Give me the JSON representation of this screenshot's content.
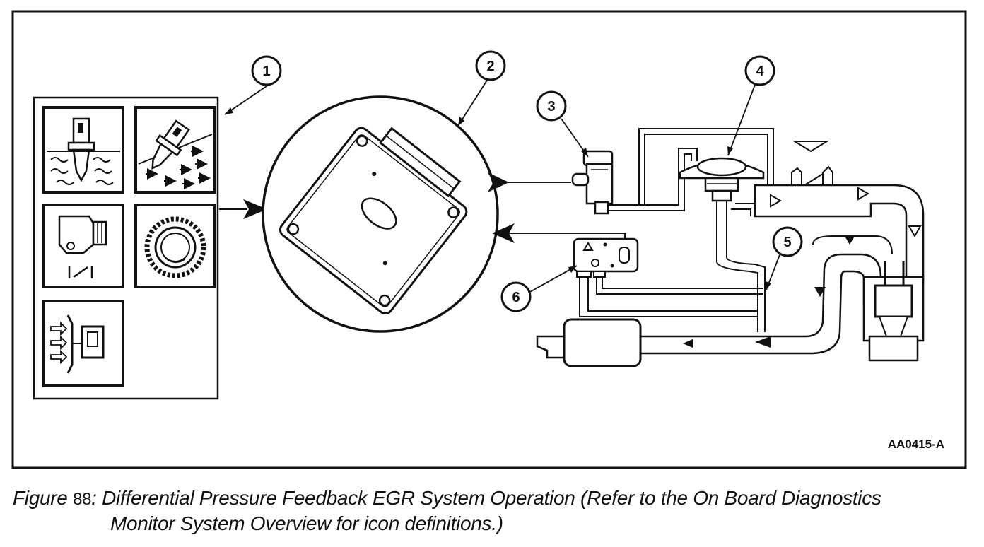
{
  "diagram": {
    "figure_code": "AA0415-A",
    "callouts": [
      "1",
      "2",
      "3",
      "4",
      "5",
      "6"
    ]
  },
  "caption": {
    "prefix": "Figure",
    "number": "88",
    "separator": ":",
    "line1": "Differential Pressure Feedback EGR System Operation (Refer to the On Board Diagnostics",
    "line2": "Monitor System Overview for icon definitions.)"
  }
}
